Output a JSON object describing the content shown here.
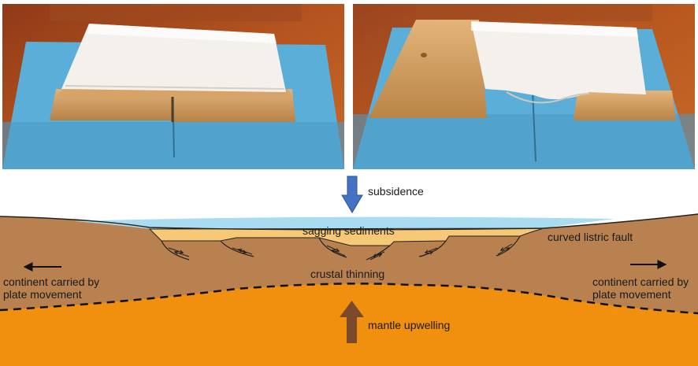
{
  "photos": {
    "left_alt": "",
    "right_alt": ""
  },
  "diagram": {
    "labels": {
      "subsidence": "subsidence",
      "sagging_sediments": "sagging sediments",
      "curved_listric_fault": "curved listric fault",
      "crustal_thinning": "crustal thinning",
      "continent_left_line1": "continent carried by",
      "continent_left_line2": "plate movement",
      "continent_right_line1": "continent carried by",
      "continent_right_line2": "plate movement",
      "mantle_upwelling": "mantle upwelling"
    },
    "colors": {
      "crust": "#b8814f",
      "mantle": "#f0900e",
      "water": "#a9dcf0",
      "sediment": "#f7c977",
      "subsidence_arrow": "#4472c4",
      "upwelling_arrow": "#7b4a2b",
      "table_wood": "#b5541f",
      "paper_blue": "#5aaed8",
      "towel": "#f2efe9",
      "plank": "#c9975a"
    }
  }
}
